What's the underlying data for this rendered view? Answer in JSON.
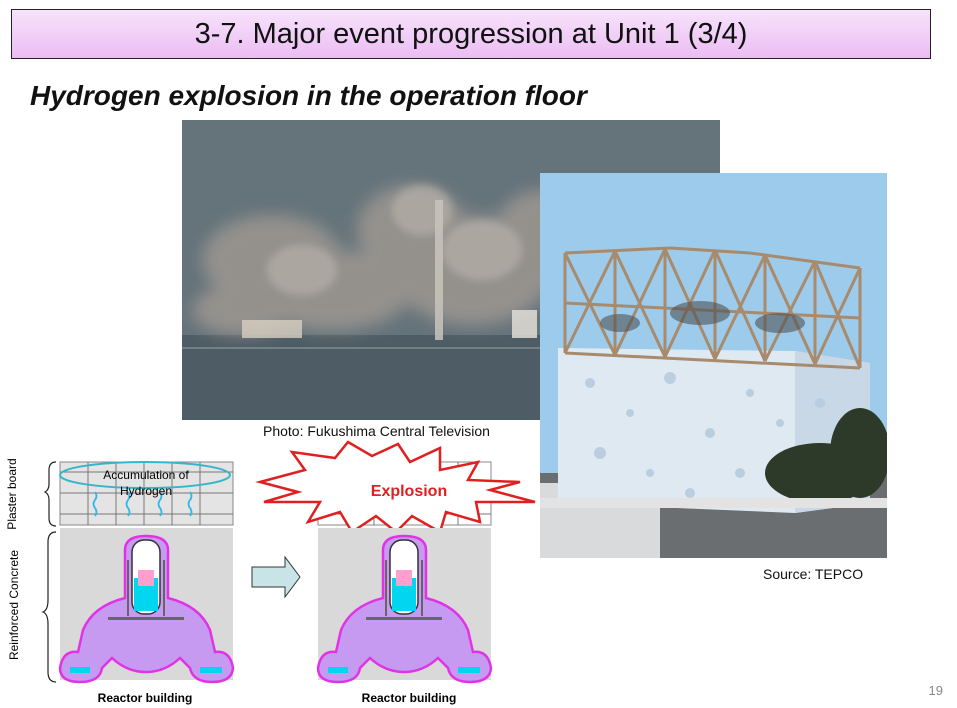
{
  "slide": {
    "title": "3-7. Major event progression at Unit 1 (3/4)",
    "subtitle": "Hydrogen explosion in the operation floor",
    "page_number": "19"
  },
  "photos": {
    "left_caption": "Photo: Fukushima Central Television",
    "right_caption": "Source: TEPCO"
  },
  "diagram": {
    "plaster_board_label": "Plaster board",
    "reinforced_concrete_label": "Reinforced Concrete",
    "accumulation_line1": "Accumulation of",
    "accumulation_line2": "Hydrogen",
    "explosion_label": "Explosion",
    "reactor_building_left": "Reactor building",
    "reactor_building_right": "Reactor building"
  },
  "colors": {
    "title_bg": "#ebbdf3",
    "reactor_purple": "#c9a0f0",
    "reactor_outline": "#e040e0",
    "water_cyan": "#00d8f0",
    "explosion_red": "#e02020"
  }
}
